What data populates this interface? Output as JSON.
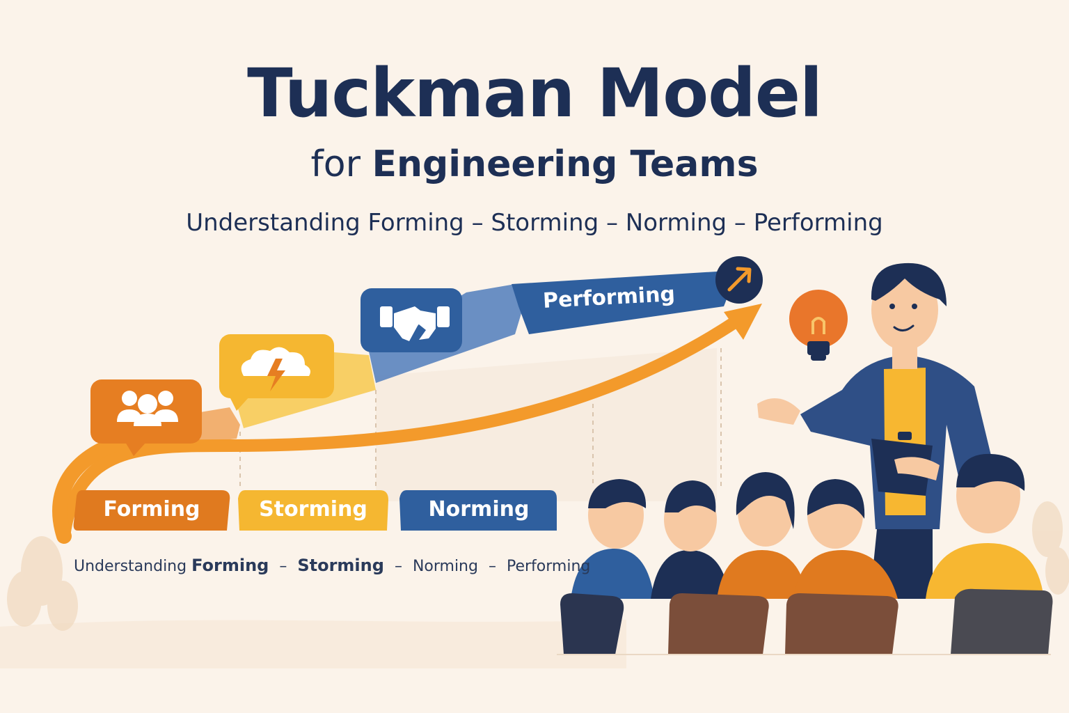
{
  "header": {
    "title": "Tuckman Model",
    "subtitle_prefix": "for",
    "subtitle_main": "Engineering Teams",
    "tagline": "Understanding Forming – Storming – Norming – Performing"
  },
  "stages": [
    {
      "label": "Forming",
      "color": "#e67e22",
      "icon": "group-icon"
    },
    {
      "label": "Storming",
      "color": "#f5b731",
      "icon": "storm-cloud-icon"
    },
    {
      "label": "Norming",
      "color": "#2f5f9e",
      "icon": "handshake-icon"
    },
    {
      "label": "Performing",
      "color": "#2f5f9e",
      "icon": "arrow-up-right-icon"
    }
  ],
  "bottom_line": {
    "prefix": "Understanding",
    "stage1": "Forming",
    "stage2": "Storming",
    "stage3": "Norming",
    "stage4": "Performing",
    "separator": "–"
  },
  "colors": {
    "background": "#fbf3ea",
    "navy": "#1d2f55",
    "orange": "#e67e22",
    "yellow": "#f5b731",
    "blue": "#2f5f9e"
  },
  "illustration_icons": [
    "lightbulb-icon",
    "presenter-figure",
    "audience-figures"
  ]
}
